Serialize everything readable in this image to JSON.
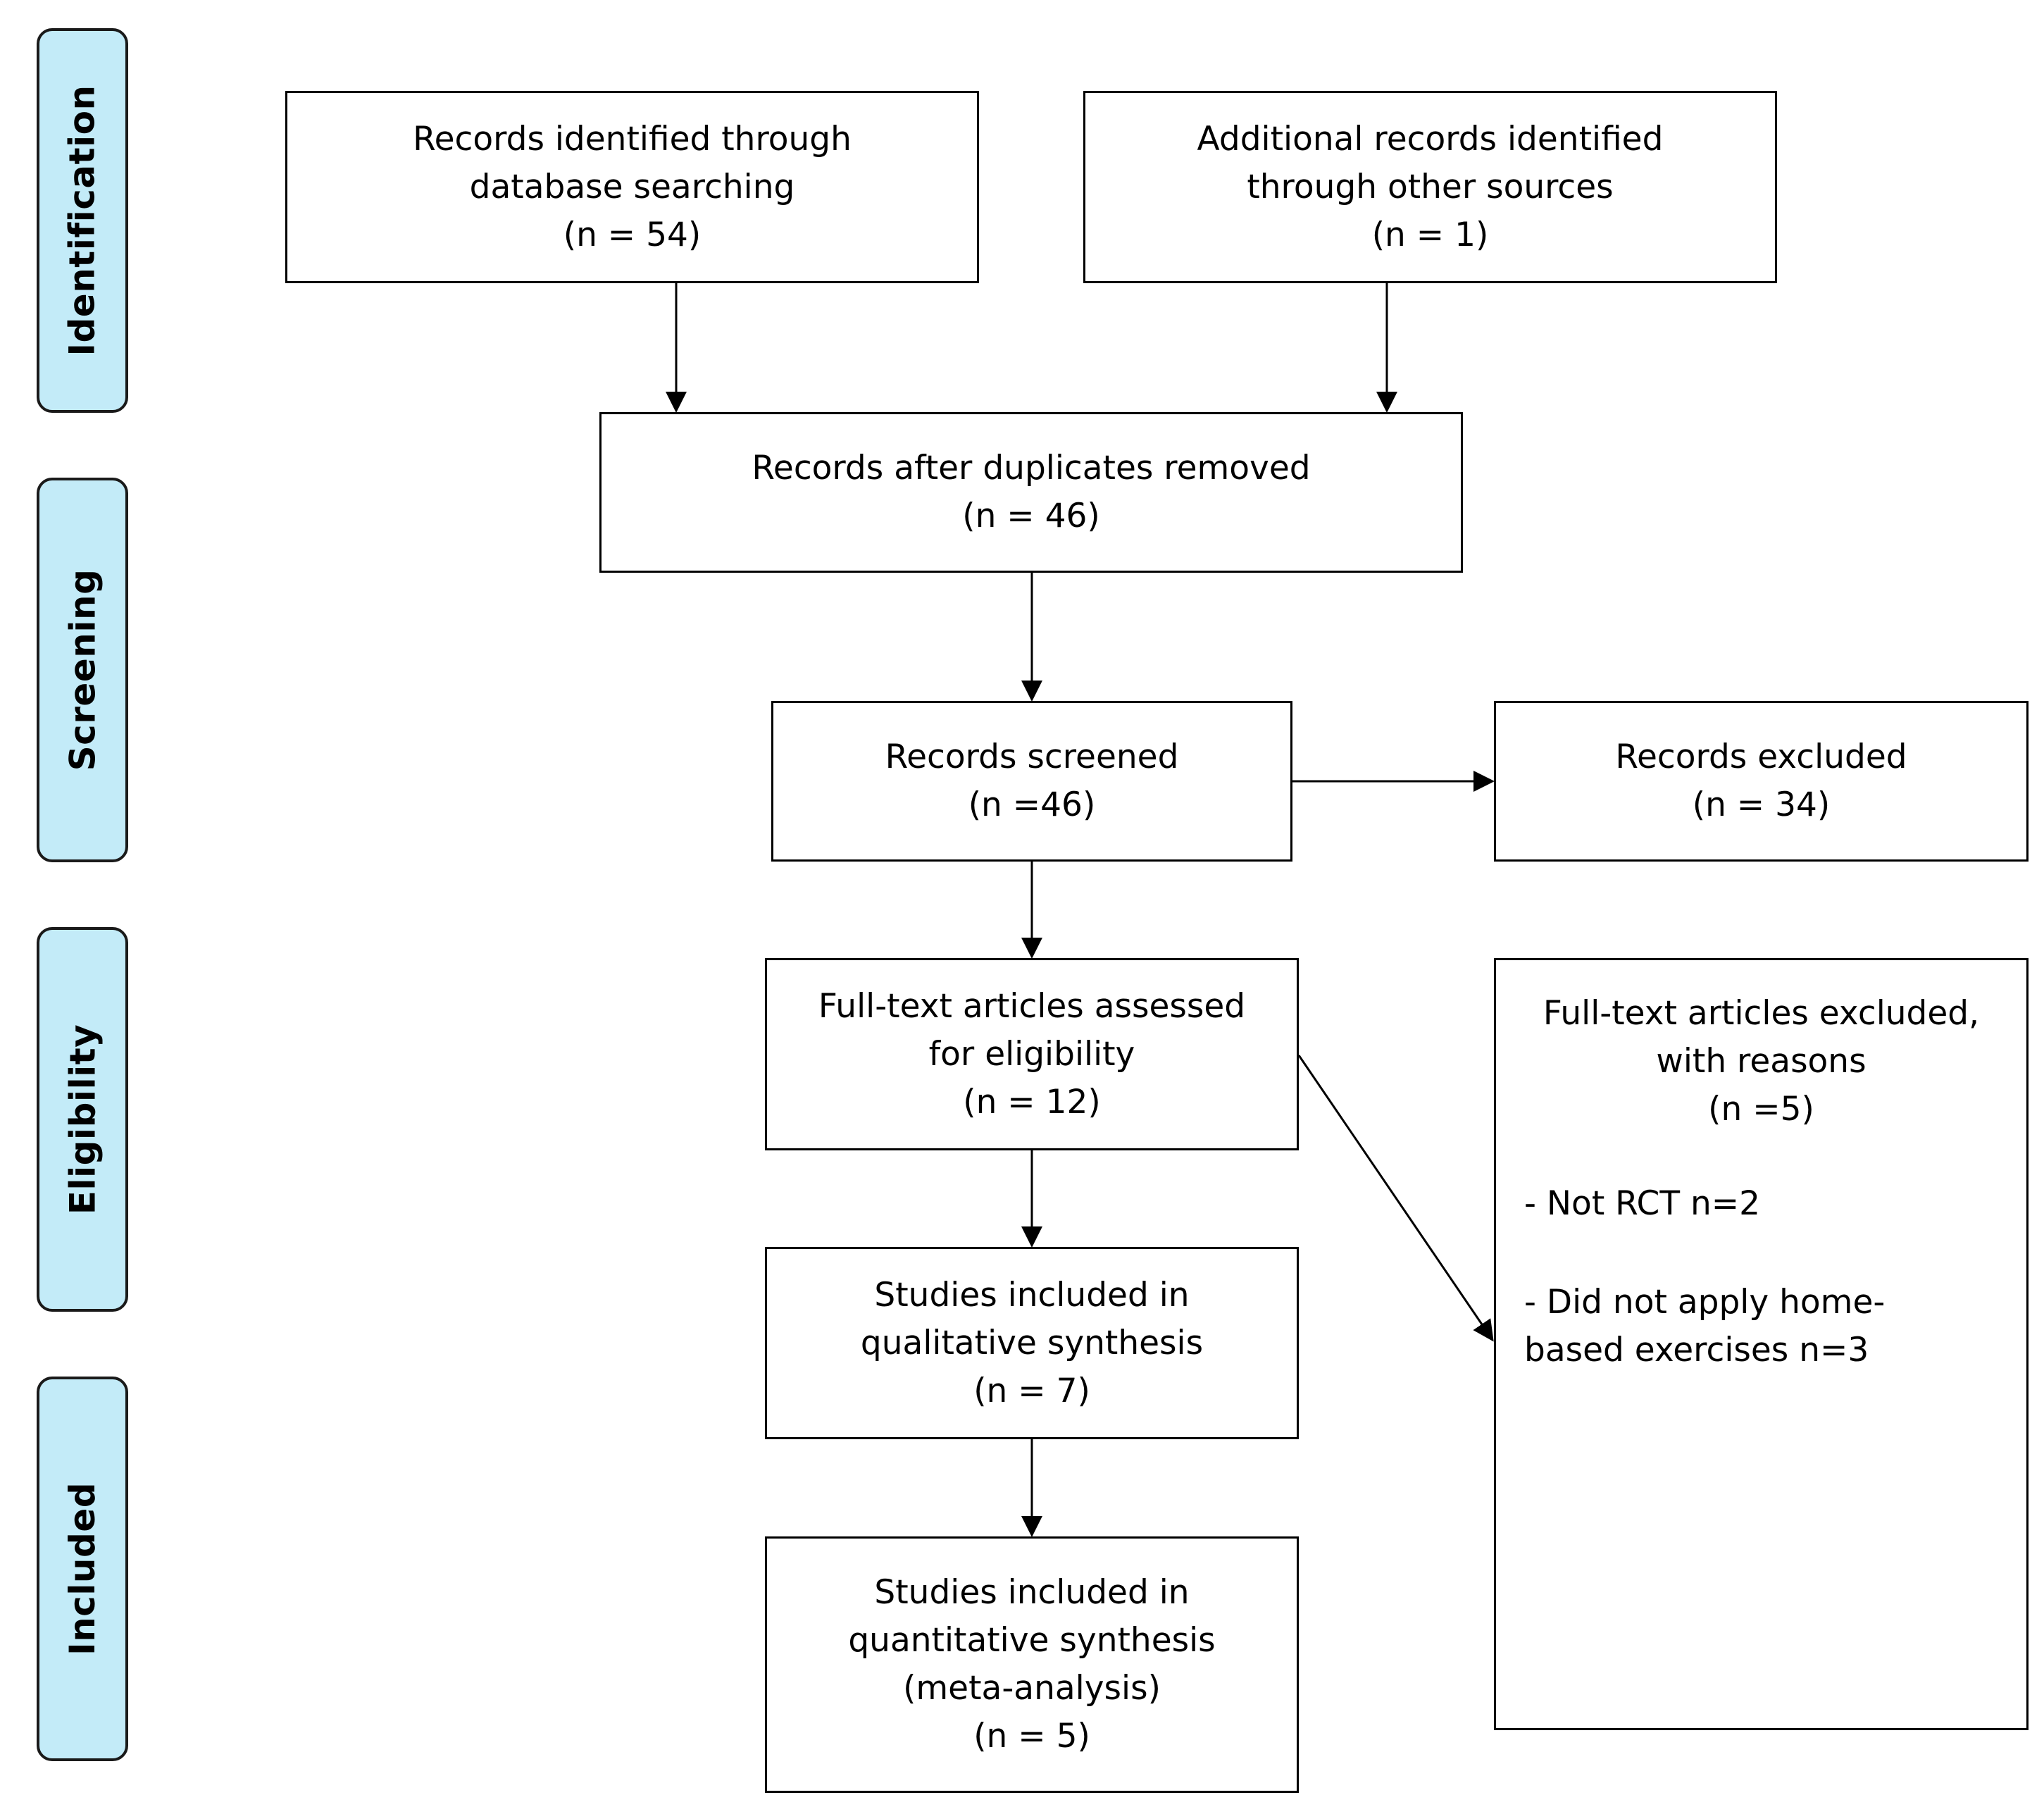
{
  "stages": {
    "identification": "Identification",
    "screening": "Screening",
    "eligibility": "Eligibility",
    "included": "Included"
  },
  "boxes": {
    "database_records": {
      "line1": "Records identified through",
      "line2": "database searching",
      "count": "(n = 54)"
    },
    "other_sources": {
      "line1": "Additional records identified",
      "line2": "through other sources",
      "count": "(n = 1)"
    },
    "duplicates_removed": {
      "line1": "Records after duplicates removed",
      "count": "(n = 46)"
    },
    "screened": {
      "line1": "Records screened",
      "count": "(n =46)"
    },
    "excluded": {
      "line1": "Records excluded",
      "count": "(n = 34)"
    },
    "fulltext_assessed": {
      "line1": "Full-text articles assessed",
      "line2": "for eligibility",
      "count": "(n = 12)"
    },
    "fulltext_excluded": {
      "line1": "Full-text articles excluded,",
      "line2": "with reasons",
      "count": "(n =5)",
      "reason1": "- Not RCT n=2",
      "reason2_line1": "- Did not apply home-",
      "reason2_line2": "based exercises n=3"
    },
    "qualitative": {
      "line1": "Studies included in",
      "line2": "qualitative synthesis",
      "count": "(n = 7)"
    },
    "quantitative": {
      "line1": "Studies included in",
      "line2": "quantitative synthesis",
      "line3": "(meta-analysis)",
      "count": "(n = 5)"
    }
  },
  "colors": {
    "stage_fill": "#c3ebf8",
    "stroke": "#000000"
  }
}
